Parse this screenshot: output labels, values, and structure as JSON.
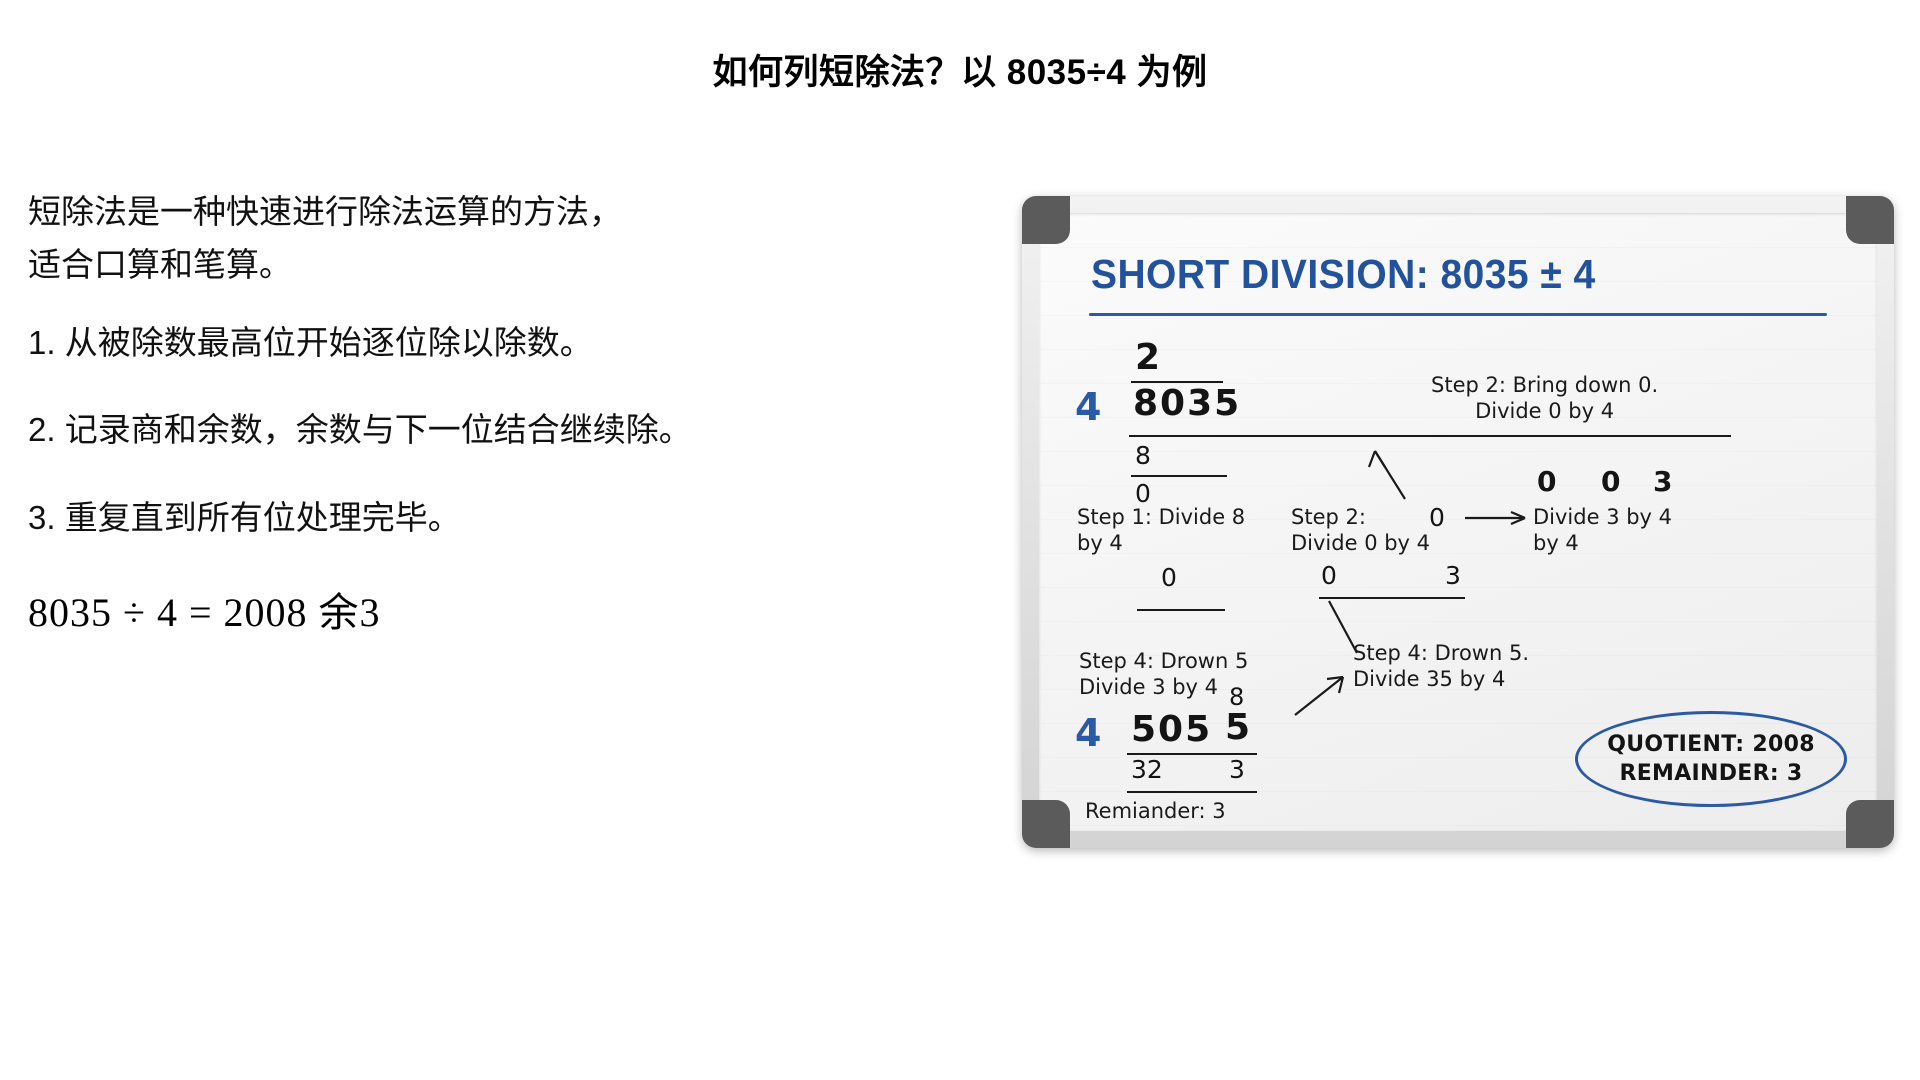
{
  "page": {
    "title": "如何列短除法？以 8035÷4 为例"
  },
  "left_panel": {
    "intro": "短除法是一种快速进行除法运算的方法，\n适合口算和笔算。",
    "steps": [
      "1. 从被除数最高位开始逐位除以除数。",
      "2. 记录商和余数，余数与下一位结合继续除。",
      "3. 重复直到所有位处理完毕。"
    ],
    "equation": "8035 ÷ 4 = 2008 余3"
  },
  "whiteboard": {
    "heading": "SHORT DIVISION: 8035 ± 4",
    "accent_color": "#2a5aa5",
    "frame_color": "#d3d3d3",
    "corner_color": "#5b5b5b",
    "work_top": {
      "divisor": "4",
      "quotient_digit": "2",
      "dividend": "8035",
      "subtrahend": "8",
      "remainder": "0"
    },
    "annotations": {
      "step1": "Step 1: Divide 8\nby 4",
      "step2_left": "Step 2:\nDivide 0 by 4",
      "step2_right": "Step 2: Bring down 0.\nDivide 0 by 4",
      "step3": "Divide 3 by 4\nby 4",
      "step4_left": "Step 4: Drown 5\nDivide 3 by 4",
      "step4_right": "Step 4: Drown 5.\nDivide 35 by 4"
    },
    "scratch": {
      "zero_mid": "0",
      "row_digits": [
        "0",
        "0",
        "3"
      ],
      "left_zero": "0",
      "pair_zero": "0",
      "pair_three": "3"
    },
    "work_bottom": {
      "divisor": "4",
      "dividend": "505",
      "carry": "8",
      "last_digit": "5",
      "subtrahend": "32",
      "remainder_digit": "3",
      "remainder_label": "Remiander: 3"
    },
    "result": {
      "quotient_line": "QUOTIENT: 2008",
      "remainder_line": "REMAINDER: 3"
    }
  }
}
